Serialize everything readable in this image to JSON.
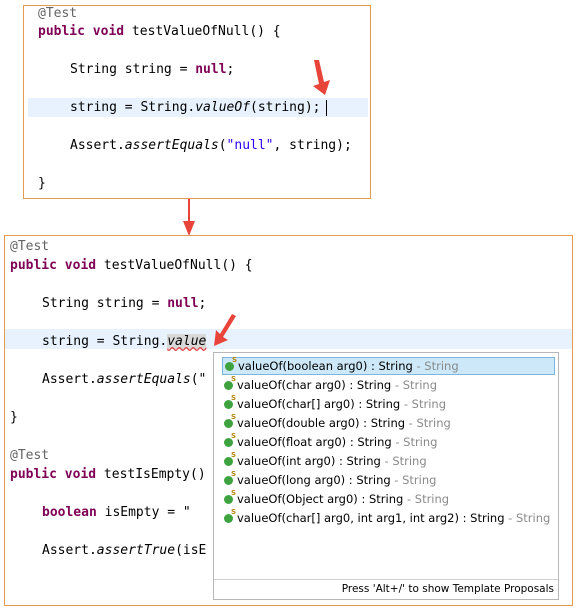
{
  "top_editor": {
    "lines": {
      "annotation": "@Test",
      "sig_kw": "public void",
      "sig_rest": " testValueOfNull() {",
      "decl_type": "String string = ",
      "decl_null": "null",
      "decl_end": ";",
      "assign_pre": "string = String.",
      "assign_method": "valueOf",
      "assign_post": "(string);",
      "assert_pre": "Assert.",
      "assert_method": "assertEquals",
      "assert_open": "(",
      "assert_str": "\"null\"",
      "assert_post": ", string);",
      "close": "}"
    }
  },
  "bottom_editor": {
    "lines": {
      "annotation1": "@Test",
      "sig1_kw": "public void",
      "sig1_rest": " testValueOfNull() {",
      "decl_type": "String string = ",
      "decl_null": "null",
      "decl_end": ";",
      "assign_pre": "string = String.",
      "assign_typed": "value",
      "assert_pre": "Assert.",
      "assert_method": "assertEquals",
      "assert_open": "(\"",
      "close1": "}",
      "annotation2": "@Test",
      "sig2_kw": "public void",
      "sig2_rest": " testIsEmpty()",
      "bool_kw": "boolean",
      "bool_rest": " isEmpty = \"",
      "assert2_pre": "Assert.",
      "assert2_method": "assertTrue",
      "assert2_post": "(isE"
    }
  },
  "content_assist": {
    "items": [
      {
        "signature": "valueOf(boolean arg0) : String",
        "sep": " - ",
        "owner": "String"
      },
      {
        "signature": "valueOf(char arg0) : String",
        "sep": " - ",
        "owner": "String"
      },
      {
        "signature": "valueOf(char[] arg0) : String",
        "sep": " - ",
        "owner": "String"
      },
      {
        "signature": "valueOf(double arg0) : String",
        "sep": " - ",
        "owner": "String"
      },
      {
        "signature": "valueOf(float arg0) : String",
        "sep": " - ",
        "owner": "String"
      },
      {
        "signature": "valueOf(int arg0) : String",
        "sep": " - ",
        "owner": "String"
      },
      {
        "signature": "valueOf(long arg0) : String",
        "sep": " - ",
        "owner": "String"
      },
      {
        "signature": "valueOf(Object arg0) : String",
        "sep": " - ",
        "owner": "String"
      },
      {
        "signature": "valueOf(char[] arg0, int arg1, int arg2) : String",
        "sep": " - ",
        "owner": "String"
      }
    ],
    "selected_index": 0,
    "footer": "Press 'Alt+/' to show Template Proposals"
  },
  "colors": {
    "keyword": "#7f0055",
    "string_literal": "#2a00ff",
    "annotation": "#646464",
    "panel_border": "#e39b4f",
    "arrow": "#e8443a",
    "selection": "#cde8f8"
  },
  "icons": [
    "method-static-icon",
    "down-arrow-icon"
  ]
}
